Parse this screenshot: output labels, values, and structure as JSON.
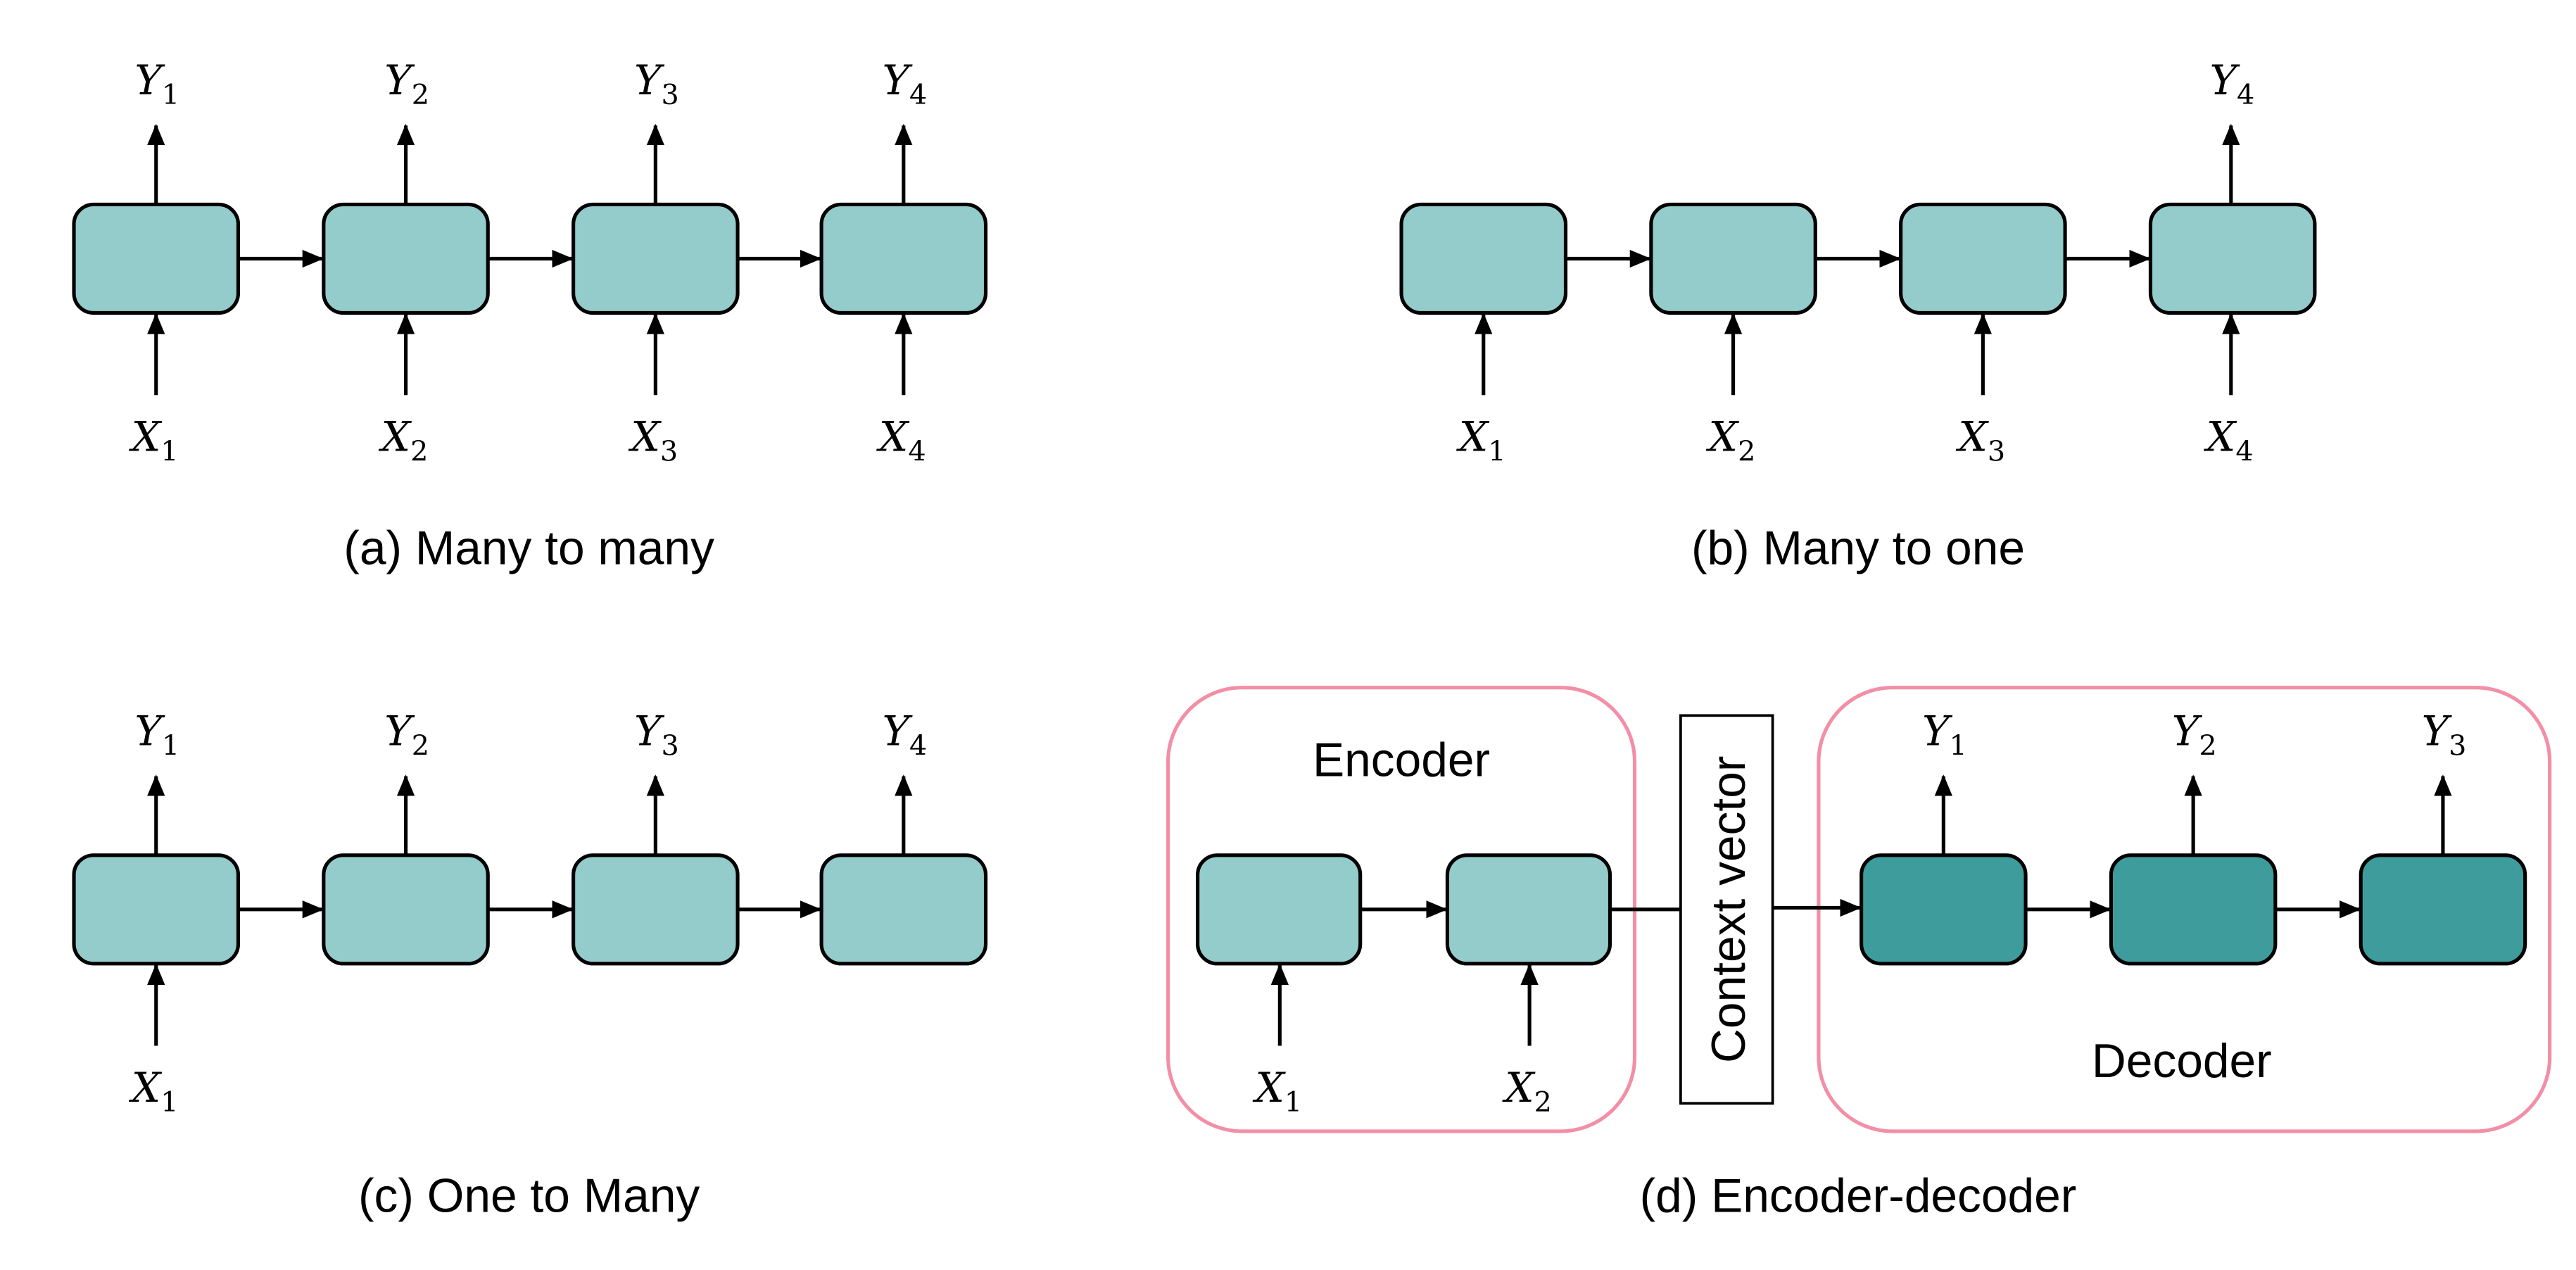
{
  "colors": {
    "cell_fill": "#94cbcb",
    "decoder_cell_fill": "#3e9d9c",
    "frame_stroke": "#f28fa6",
    "stroke": "#000000"
  },
  "panels": {
    "a": {
      "caption": "(a) Many to many",
      "outputs": [
        "Y1",
        "Y2",
        "Y3",
        "Y4"
      ],
      "inputs": [
        "X1",
        "X2",
        "X3",
        "X4"
      ]
    },
    "b": {
      "caption": "(b) Many to one",
      "outputs": [
        "Y4"
      ],
      "inputs": [
        "X1",
        "X2",
        "X3",
        "X4"
      ]
    },
    "c": {
      "caption": "(c) One to Many",
      "outputs": [
        "Y1",
        "Y2",
        "Y3",
        "Y4"
      ],
      "inputs": [
        "X1"
      ]
    },
    "d": {
      "caption": "(d) Encoder-decoder",
      "encoder_label": "Encoder",
      "decoder_label": "Decoder",
      "context_label": "Context vector",
      "inputs": [
        "X1",
        "X2"
      ],
      "outputs": [
        "Y1",
        "Y2",
        "Y3"
      ]
    }
  },
  "sym": {
    "X": "X",
    "Y": "Y",
    "n1": "1",
    "n2": "2",
    "n3": "3",
    "n4": "4"
  }
}
